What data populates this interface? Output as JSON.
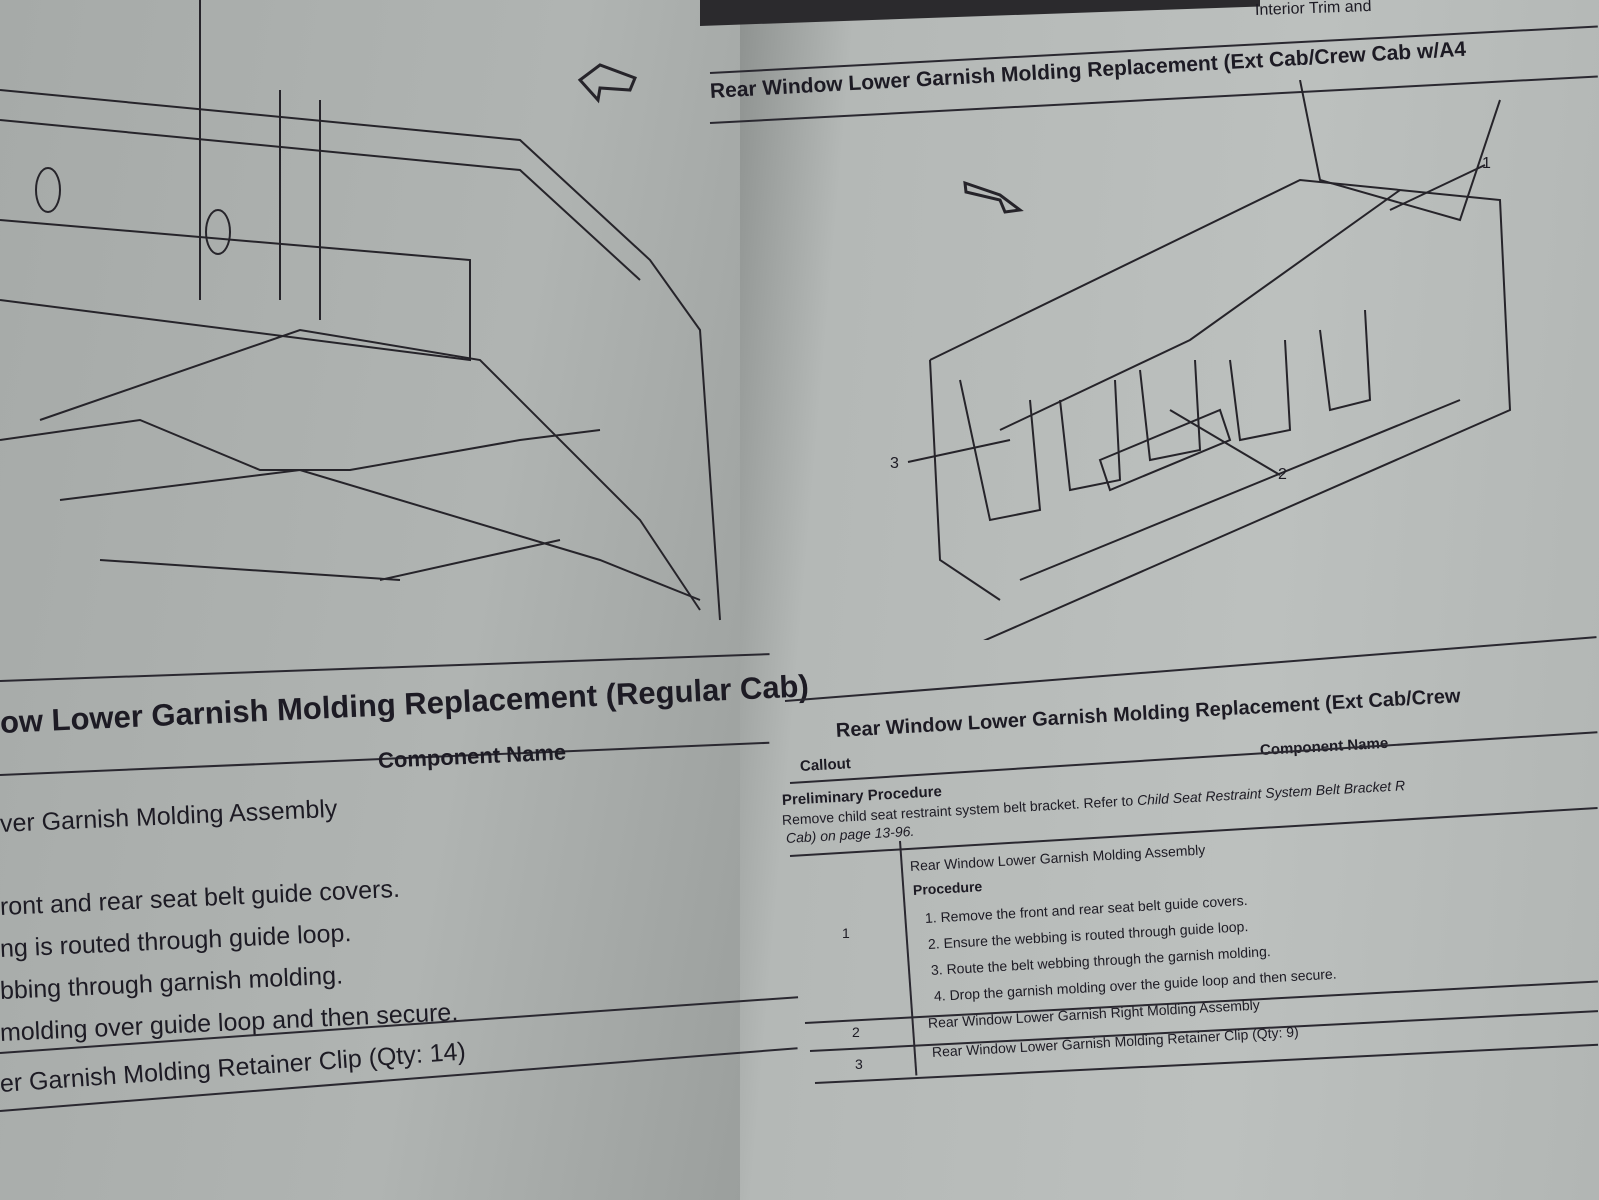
{
  "header": {
    "section": "Interior Trim and",
    "right_title": "Rear Window Lower Garnish Molding Replacement (Ext Cab/Crew Cab w/A4"
  },
  "left_page": {
    "table_title": "ow Lower Garnish Molding Replacement (Regular Cab)",
    "column_header": "Component Name",
    "rows": [
      "ver Garnish Molding Assembly",
      "ront and rear seat belt guide covers.",
      "ng is routed through guide loop.",
      "bbing through garnish molding.",
      "molding over guide loop and then secure.",
      "er Garnish Molding Retainer Clip (Qty: 14)"
    ]
  },
  "right_page": {
    "diagram_callouts": [
      "1",
      "2",
      "3"
    ],
    "table_title": "Rear Window Lower Garnish Molding Replacement (Ext Cab/Crew",
    "col_callout": "Callout",
    "col_component": "Component Name",
    "preliminary_heading": "Preliminary Procedure",
    "preliminary_text": "Remove child seat restraint system belt bracket. Refer to ",
    "preliminary_link": "Child Seat Restraint System Belt Bracket R",
    "preliminary_text2": "Cab) on page 13-96.",
    "rows": [
      {
        "callout": "1",
        "name": "Rear Window Lower Garnish Molding Assembly",
        "procedure_heading": "Procedure",
        "steps": [
          "1.  Remove the front and rear seat belt guide covers.",
          "2.  Ensure the webbing is routed through guide loop.",
          "3.  Route the belt webbing through the garnish molding.",
          "4.  Drop the garnish molding over the guide loop and then secure."
        ]
      },
      {
        "callout": "2",
        "name": "Rear Window Lower Garnish Right Molding Assembly"
      },
      {
        "callout": "3",
        "name": "Rear Window Lower Garnish Molding Retainer Clip (Qty: 9)"
      }
    ]
  }
}
